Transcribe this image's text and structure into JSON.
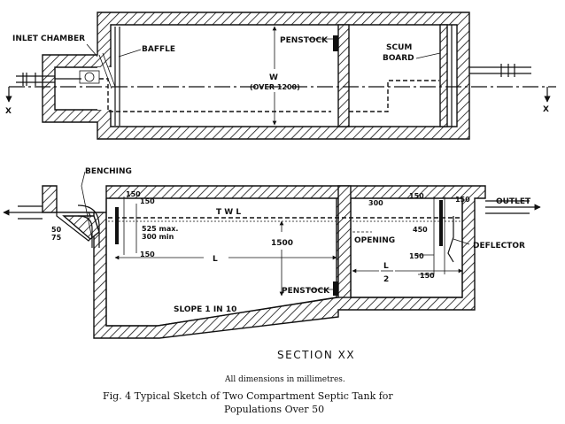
{
  "plan": {
    "inlet_chamber": "INLET CHAMBER",
    "baffle": "BAFFLE",
    "penstock": "PENSTOCK",
    "width_label": "W",
    "width_note": "(OVER 1200)",
    "scum_board_1": "SCUM",
    "scum_board_2": "BOARD",
    "section_mark": "X"
  },
  "section": {
    "benching": "BENCHING",
    "outlet": "OUTLET",
    "twl": "T W L",
    "opening": "OPENING",
    "deflector": "DEFLECTOR",
    "penstock": "PENSTOCK",
    "slope": "SLOPE  1  IN  10",
    "length": "L",
    "half_length_num": "L",
    "half_length_den": "2",
    "depth": "1500",
    "max_drop": "525 max.",
    "min_drop": "300 min",
    "d150": "150",
    "d300": "300",
    "d450": "450",
    "d50": "50",
    "d75": "75"
  },
  "titles": {
    "section_title": "SECTION  XX",
    "note": "All dimensions in millimetres.",
    "caption_line1": "Fig. 4   Typical Sketch of Two Compartment Septic Tank for",
    "caption_line2": "Populations Over 50"
  }
}
